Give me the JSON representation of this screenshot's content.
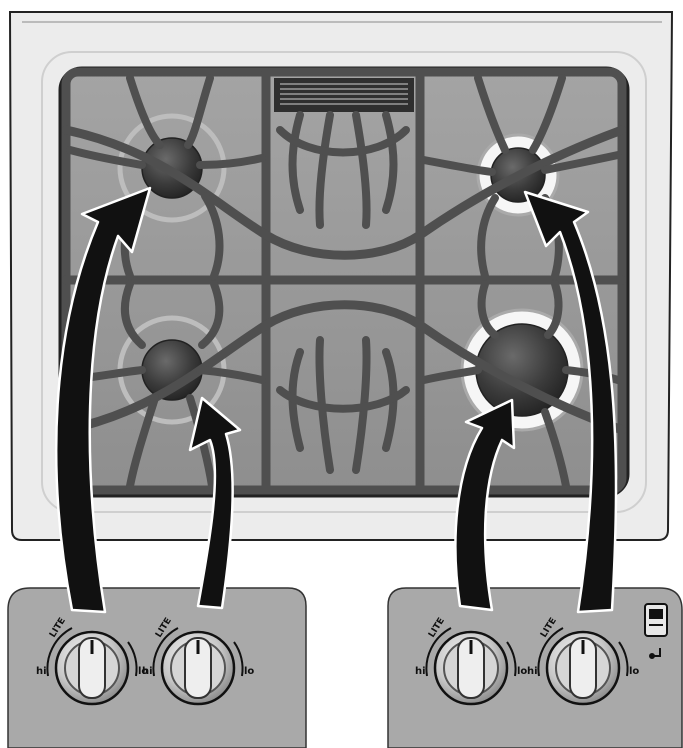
{
  "knob_labels": {
    "lite": "LITE",
    "hi": "hi",
    "lo": "lo"
  },
  "knobs": [
    {
      "name": "left-rear-burner-knob",
      "controls": "left-rear-burner"
    },
    {
      "name": "left-front-burner-knob",
      "controls": "left-front-burner"
    },
    {
      "name": "right-front-burner-knob",
      "controls": "right-front-burner"
    },
    {
      "name": "right-rear-burner-knob",
      "controls": "right-rear-burner"
    }
  ],
  "colors": {
    "cooktop_surface": "#ebebeb",
    "grate": "#555555",
    "well": "#9a9a9a",
    "burner_cap": "#3c3c3c",
    "panel": "#a8a8a8",
    "arrow": "#111111"
  },
  "icons": {
    "lock_switch": "lock-switch-icon",
    "key": "key-icon"
  }
}
